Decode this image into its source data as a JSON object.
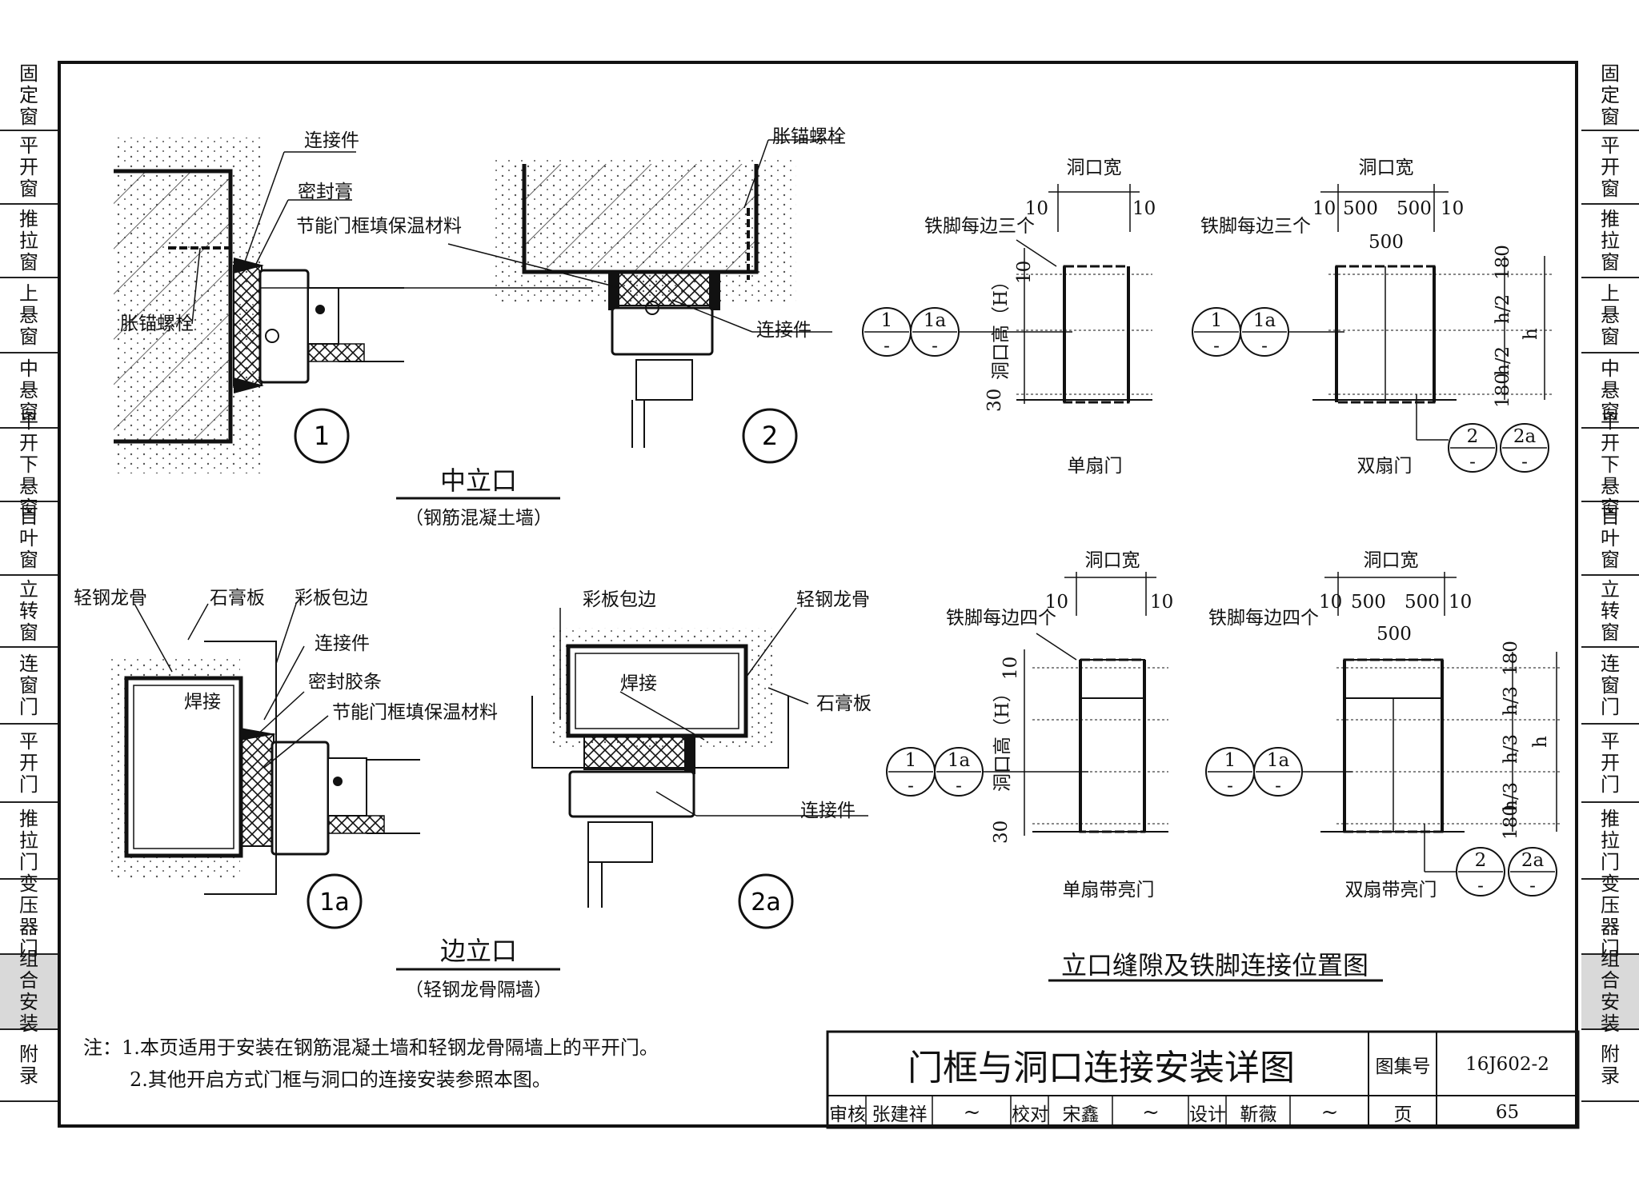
{
  "left_tabs": [
    {
      "label": "固定窗"
    },
    {
      "label": "平开窗"
    },
    {
      "label": "推拉窗"
    },
    {
      "label": "上悬窗"
    },
    {
      "label": "中悬窗"
    },
    {
      "label": "平开下悬窗"
    },
    {
      "label": "百叶窗"
    },
    {
      "label": "立转窗"
    },
    {
      "label": "连窗门"
    },
    {
      "label": "平开门"
    },
    {
      "label": "推拉门"
    },
    {
      "label": "变压器门"
    },
    {
      "label": "组合安装"
    },
    {
      "label": "附录"
    }
  ],
  "right_tabs": [
    {
      "label": "固定窗"
    },
    {
      "label": "平开窗"
    },
    {
      "label": "推拉窗"
    },
    {
      "label": "上悬窗"
    },
    {
      "label": "中悬窗"
    },
    {
      "label": "平开下悬窗"
    },
    {
      "label": "百叶窗"
    },
    {
      "label": "立转窗"
    },
    {
      "label": "连窗门"
    },
    {
      "label": "平开门"
    },
    {
      "label": "推拉门"
    },
    {
      "label": "变压器门"
    },
    {
      "label": "组合安装"
    },
    {
      "label": "附录"
    }
  ],
  "details": {
    "d1": {
      "marker": "1",
      "lianjiejian": "连接件",
      "mifenggao": "密封膏",
      "baowen": "节能门框填保温材料",
      "maoshuan": "胀锚螺栓"
    },
    "d2": {
      "marker": "2",
      "maoshuan": "胀锚螺栓",
      "lianjiejian": "连接件"
    },
    "mid_title": "中立口",
    "mid_sub": "（钢筋混凝土墙）",
    "d1a": {
      "marker": "1a",
      "qinggang": "轻钢龙骨",
      "shigao": "石膏板",
      "caiban": "彩板包边",
      "lianjiejian": "连接件",
      "jiaotiao": "密封胶条",
      "baowen": "节能门框填保温材料",
      "hanjie": "焊接"
    },
    "d2a": {
      "marker": "2a",
      "caiban": "彩板包边",
      "qinggang": "轻钢龙骨",
      "hanjie": "焊接",
      "shigao": "石膏板",
      "lianjiejian": "连接件"
    },
    "side_title": "边立口",
    "side_sub": "（轻钢龙骨隔墙）"
  },
  "positions": {
    "width_label": "洞口宽",
    "height_label": "洞口高（H）",
    "feet3": "铁脚每边三个",
    "feet4": "铁脚每边四个",
    "dim10": "10",
    "dim30": "30",
    "dim180": "180",
    "dim500": "500",
    "h": "h",
    "h2": "h/2",
    "h3": "h/3",
    "single": "单扇门",
    "double": "双扇门",
    "single_light": "单扇带亮门",
    "double_light": "双扇带亮门",
    "c1": "1",
    "c1a": "1a",
    "c2": "2",
    "c2a": "2a",
    "dash": "-",
    "title": "立口缝隙及铁脚连接位置图"
  },
  "notes": {
    "line1": "注：1.本页适用于安装在钢筋混凝土墙和轻钢龙骨隔墙上的平开门。",
    "line2": "2.其他开启方式门框与洞口的连接安装参照本图。"
  },
  "titleblock": {
    "title": "门框与洞口连接安装详图",
    "atlas_label": "图集号",
    "atlas_no": "16J602-2",
    "page_label": "页",
    "page_no": "65",
    "review_label": "审核",
    "reviewer": "张建祥",
    "check_label": "校对",
    "checker": "宋鑫",
    "design_label": "设计",
    "designer": "靳薇"
  }
}
